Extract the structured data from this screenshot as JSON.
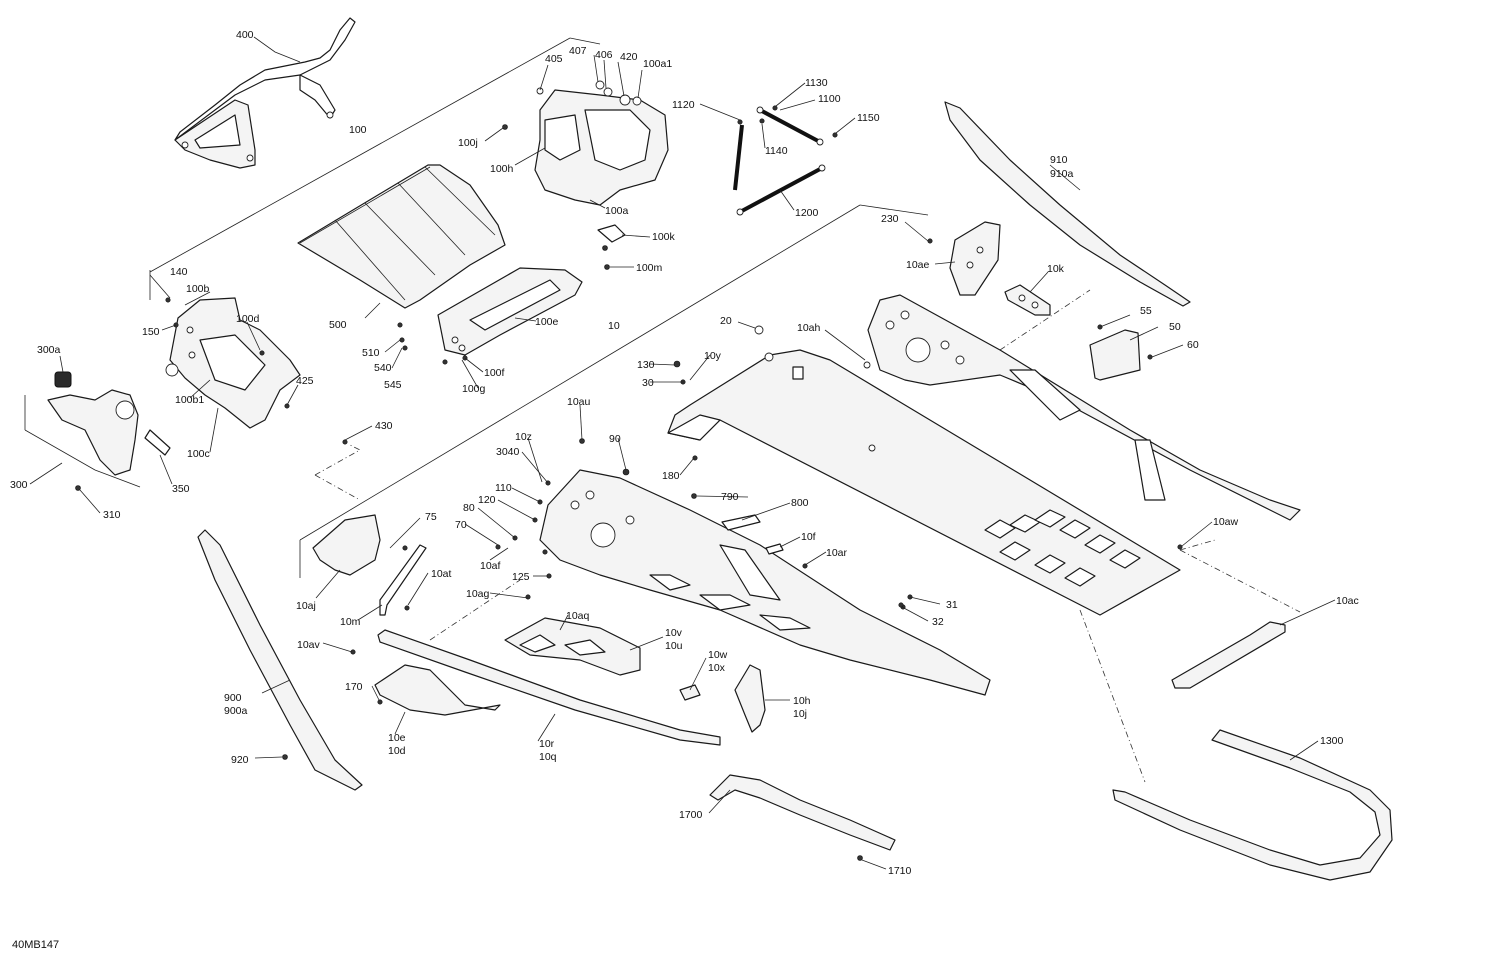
{
  "diagram": {
    "reference_code": "40MB147",
    "labels": {
      "l400": "400",
      "l407": "407",
      "l406": "406",
      "l420": "420",
      "l100a1": "100a1",
      "l405": "405",
      "l1130": "1130",
      "l1120": "1120",
      "l1100": "1100",
      "l1150": "1150",
      "l1140": "1140",
      "l100": "100",
      "l100j": "100j",
      "l100h": "100h",
      "l100a": "100a",
      "l1200": "1200",
      "l910": "910",
      "l910a": "910a",
      "l100k": "100k",
      "l100m": "100m",
      "l230": "230",
      "l10ae": "10ae",
      "l10k": "10k",
      "l140": "140",
      "l100b": "100b",
      "l150": "150",
      "l100d": "100d",
      "l500": "500",
      "l100e": "100e",
      "l10": "10",
      "l20": "20",
      "l10ah": "10ah",
      "l55": "55",
      "l50": "50",
      "l60": "60",
      "l300a": "300a",
      "l510": "510",
      "l540": "540",
      "l545": "545",
      "l100f": "100f",
      "l100g": "100g",
      "l130": "130",
      "l10y": "10y",
      "l30": "30",
      "l425": "425",
      "l100b1": "100b1",
      "l430": "430",
      "l100c": "100c",
      "l10au": "10au",
      "l10z": "10z",
      "l90": "90",
      "l3040": "3040",
      "l180": "180",
      "l300": "300",
      "l350": "350",
      "l310": "310",
      "l110": "110",
      "l790": "790",
      "l80": "80",
      "l120": "120",
      "l800": "800",
      "l75": "75",
      "l70": "70",
      "l10f": "10f",
      "l10af": "10af",
      "l10ar": "10ar",
      "l10aw": "10aw",
      "l10at": "10at",
      "l125": "125",
      "l10ag": "10ag",
      "l10aj": "10aj",
      "l31": "31",
      "l32": "32",
      "l10ac": "10ac",
      "l10aq": "10aq",
      "l10m": "10m",
      "l10av": "10av",
      "l10v": "10v",
      "l10u": "10u",
      "l10w": "10w",
      "l10x": "10x",
      "l170": "170",
      "l10h": "10h",
      "l10j": "10j",
      "l900": "900",
      "l900a": "900a",
      "l10e": "10e",
      "l10d": "10d",
      "l10r": "10r",
      "l10q": "10q",
      "l920": "920",
      "l1300": "1300",
      "l1700": "1700",
      "l1710": "1710"
    }
  }
}
